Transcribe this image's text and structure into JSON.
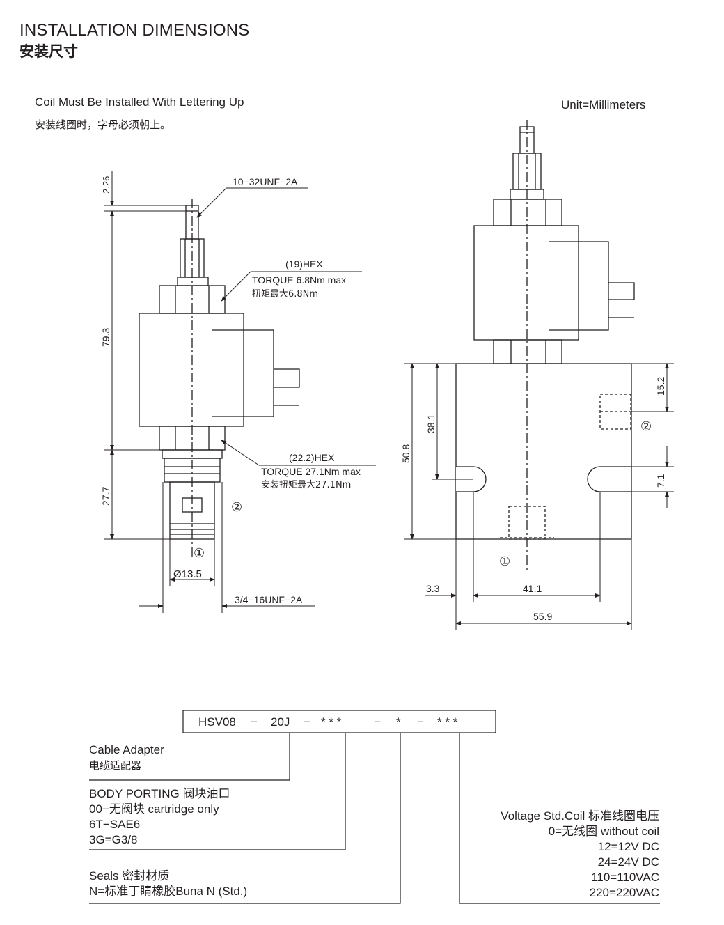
{
  "header": {
    "title_en": "INSTALLATION DIMENSIONS",
    "title_cn": "安装尺寸"
  },
  "notes": {
    "coil_en": "Coil Must Be Installed With Lettering Up",
    "coil_cn": "安装线圈时，字母必须朝上。",
    "unit": "Unit=Millimeters"
  },
  "left_view": {
    "dim_top": "2.26",
    "thread_top": "10−32UNF−2A",
    "hex1": "(19)HEX",
    "torque1_en": "TORQUE 6.8Nm max",
    "torque1_cn": "扭矩最大6.8Nm",
    "dim_height": "79.3",
    "hex2": "(22.2)HEX",
    "torque2_en": "TORQUE 27.1Nm max",
    "torque2_cn": "安装扭矩最大27.1Nm",
    "dim_cartridge": "27.7",
    "port2": "②",
    "port1": "①",
    "dia": "Ø13.5",
    "thread_bottom": "3/4−16UNF−2A"
  },
  "right_view": {
    "dim_152": "15.2",
    "port2": "②",
    "dim_71": "7.1",
    "dim_381": "38.1",
    "dim_508": "50.8",
    "port1": "①",
    "dim_33": "3.3",
    "dim_411": "41.1",
    "dim_559": "55.9"
  },
  "model_code": {
    "segments": [
      "HSV08",
      "20J",
      "* * *",
      "*",
      "* * *"
    ],
    "separators": [
      "−",
      "−",
      "−",
      "−"
    ]
  },
  "legend": {
    "cable": [
      "Cable Adapter",
      "电缆适配器"
    ],
    "porting": [
      "BODY PORTING 阀块油口",
      "00−无阀块 cartridge only",
      "6T−SAE6",
      "3G=G3/8"
    ],
    "seals": [
      "Seals 密封材质",
      "N=标准丁睛橡胶Buna N (Std.)"
    ],
    "voltage": [
      "Voltage Std.Coil 标准线圈电压",
      "0=无线圈 without coil",
      "12=12V DC",
      "24=24V DC",
      "110=110VAC",
      "220=220VAC"
    ]
  }
}
